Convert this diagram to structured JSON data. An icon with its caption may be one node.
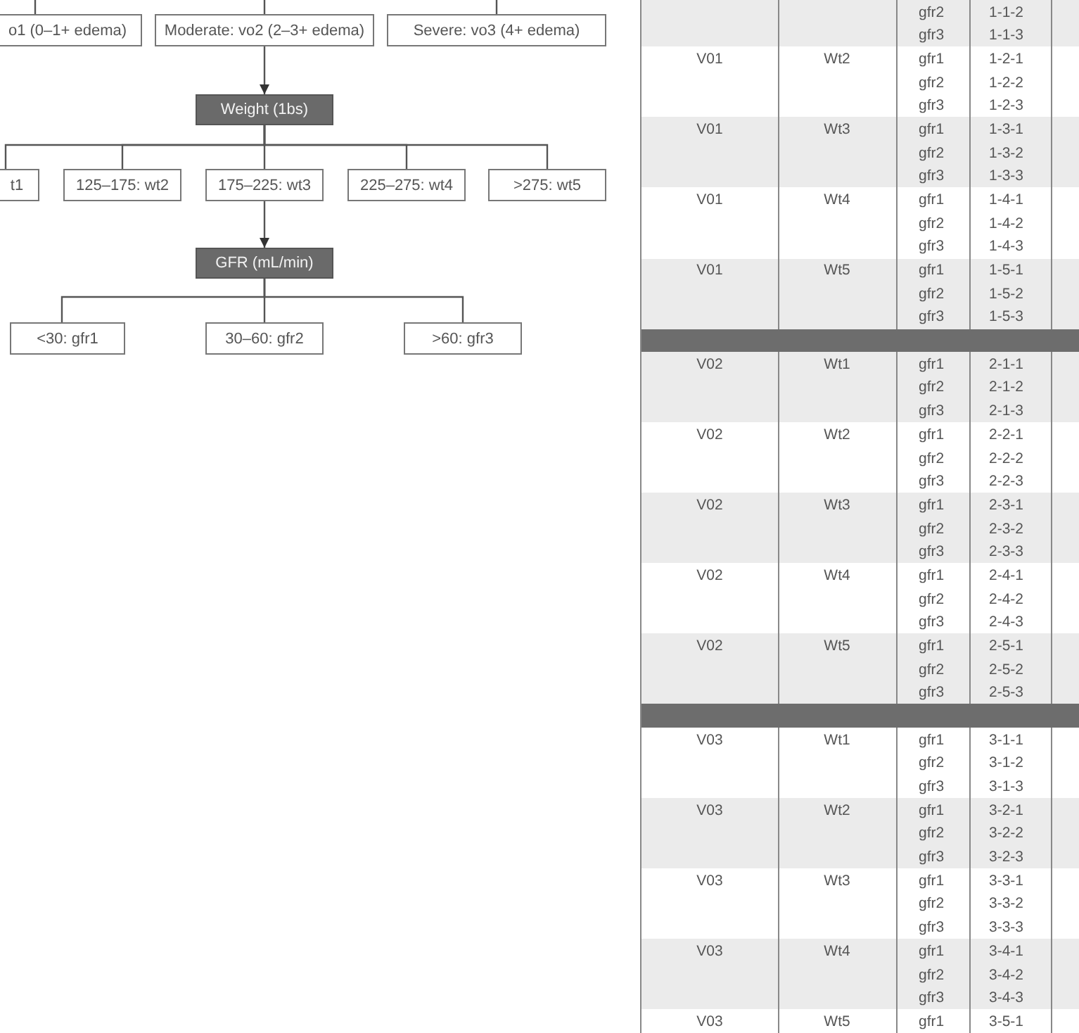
{
  "diagram": {
    "nodes": [
      {
        "text": [
          "o1 (0–1+ edema)"
        ]
      },
      {
        "text": [
          "Moderate: vo2 (2–3+ edema)"
        ]
      },
      {
        "text": [
          "Severe: vo3 (4+ edema)"
        ]
      },
      {
        "text": [
          "Weight (1bs)"
        ]
      },
      {
        "text": [
          "t1"
        ]
      },
      {
        "text": [
          "125–175: wt2"
        ]
      },
      {
        "text": [
          "175–225: wt3"
        ]
      },
      {
        "text": [
          "225–275: wt4"
        ]
      },
      {
        "text": [
          ">275: wt5"
        ]
      },
      {
        "text": [
          "GFR (mL/min)"
        ]
      },
      {
        "text": [
          "<30: gfr1"
        ]
      },
      {
        "text": [
          "30–60: gfr2"
        ]
      },
      {
        "text": [
          ">60: gfr3"
        ]
      },
      {
        "text": [],
        "shape": "bar"
      },
      {
        "text": [],
        "shape": "bar"
      }
    ],
    "edges": [
      {
        "from": null,
        "to": 0,
        "arrow": "none"
      },
      {
        "from": null,
        "to": 1,
        "arrow": "none"
      },
      {
        "from": null,
        "to": 2,
        "arrow": "none"
      },
      {
        "from": 1,
        "to": 3,
        "arrow": "to"
      },
      {
        "from": 3,
        "to": 4,
        "arrow": "none"
      },
      {
        "from": 3,
        "to": 5,
        "arrow": "none"
      },
      {
        "from": 3,
        "to": 6,
        "arrow": "none"
      },
      {
        "from": 3,
        "to": 7,
        "arrow": "none"
      },
      {
        "from": 3,
        "to": 8,
        "arrow": "none"
      },
      {
        "from": 6,
        "to": 9,
        "arrow": "to"
      },
      {
        "from": 9,
        "to": 10,
        "arrow": "none"
      },
      {
        "from": 9,
        "to": 11,
        "arrow": "none"
      },
      {
        "from": 9,
        "to": 12,
        "arrow": "none"
      }
    ],
    "labels": [
      "gfr2",
      "1-1-2",
      "gfr3",
      "1-1-3",
      "V01",
      "Wt2",
      "gfr1",
      "1-2-1",
      "gfr2",
      "1-2-2",
      "gfr3",
      "1-2-3",
      "V01",
      "Wt3",
      "gfr1",
      "1-3-1",
      "gfr2",
      "1-3-2",
      "gfr3",
      "1-3-3",
      "V01",
      "Wt4",
      "gfr1",
      "1-4-1",
      "gfr2",
      "1-4-2",
      "gfr3",
      "1-4-3",
      "V01",
      "Wt5",
      "gfr1",
      "1-5-1",
      "gfr2",
      "1-5-2",
      "gfr3",
      "1-5-3",
      "V02",
      "Wt1",
      "gfr1",
      "2-1-1",
      "gfr2",
      "2-1-2",
      "gfr3",
      "2-1-3",
      "V02",
      "Wt2",
      "gfr1",
      "2-2-1",
      "gfr2",
      "2-2-2",
      "gfr3",
      "2-2-3",
      "V02",
      "Wt3",
      "gfr1",
      "2-3-1",
      "gfr2",
      "2-3-2",
      "gfr3",
      "2-3-3",
      "V02",
      "Wt4",
      "gfr1",
      "2-4-1",
      "gfr2",
      "2-4-2",
      "gfr3",
      "2-4-3",
      "V02",
      "Wt5",
      "gfr1",
      "2-5-1",
      "gfr2",
      "2-5-2",
      "gfr3",
      "2-5-3",
      "V03",
      "Wt1",
      "gfr1",
      "3-1-1",
      "gfr2",
      "3-1-2",
      "gfr3",
      "3-1-3",
      "V03",
      "Wt2",
      "gfr1",
      "3-2-1",
      "gfr2",
      "3-2-2",
      "gfr3",
      "3-2-3",
      "V03",
      "Wt3",
      "gfr1",
      "3-3-1",
      "gfr2",
      "3-3-2",
      "gfr3",
      "3-3-3",
      "V03",
      "Wt4",
      "gfr1",
      "3-4-1",
      "gfr2",
      "3-4-2",
      "gfr3",
      "3-4-3",
      "V03",
      "Wt5",
      "gfr1",
      "3-5-1"
    ]
  }
}
